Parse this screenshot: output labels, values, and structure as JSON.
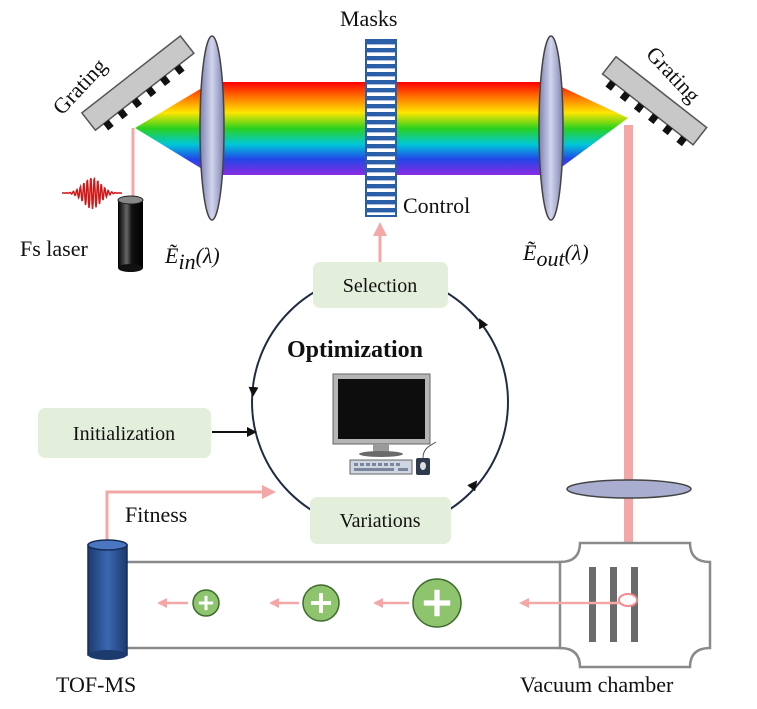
{
  "labels": {
    "masks": "Masks",
    "grating_left": "Grating",
    "grating_right": "Grating",
    "control": "Control",
    "fs_laser": "Fs laser",
    "e_in": "Ẽ",
    "e_in_sub": "in",
    "e_in_arg": "(λ)",
    "e_out": "Ẽ",
    "e_out_sub": "out",
    "e_out_arg": "(λ)",
    "selection": "Selection",
    "optimization": "Optimization",
    "initialization": "Initialization",
    "fitness": "Fitness",
    "variations": "Variations",
    "tof_ms": "TOF-MS",
    "vacuum_chamber": "Vacuum chamber"
  },
  "colors": {
    "beam": "#f4a7a7",
    "box_fill": "#e3efdb",
    "ion_fill": "#8ec46e",
    "tube": "#2a4f8f",
    "grating": "#c8c8c8",
    "lens": "#a9aed0",
    "mask_blue": "#2a5fa8"
  },
  "icons": {
    "monitor": "computer-monitor-icon",
    "keyboard": "keyboard-icon",
    "mouse": "mouse-icon",
    "laser": "laser-cylinder-icon",
    "pulse": "pulse-wave-icon",
    "ion": "positive-ion-icon"
  }
}
